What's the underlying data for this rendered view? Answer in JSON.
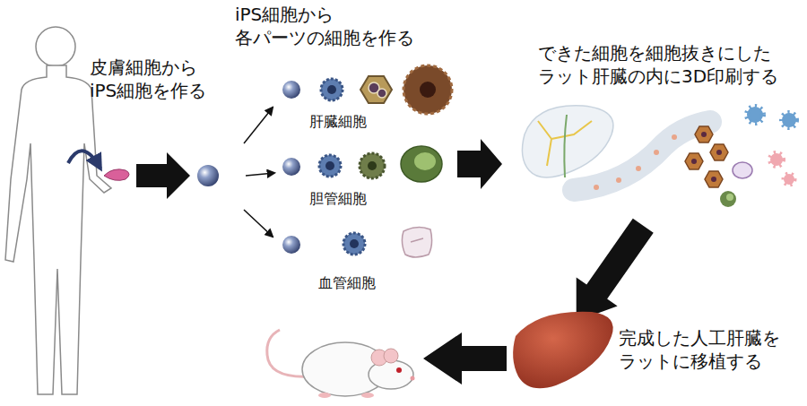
{
  "diagram": {
    "labels": [
      "iPS細胞から 各パーツの細胞を作る",
      "皮膚細胞から iPS細胞を作る",
      "できた細胞を細胞抜きにした ラット肝臓の内に3D印刷する",
      "肝臓細胞",
      "胆管細胞",
      "血管細胞",
      "完成した人工肝臓を ラットに移植する"
    ]
  }
}
